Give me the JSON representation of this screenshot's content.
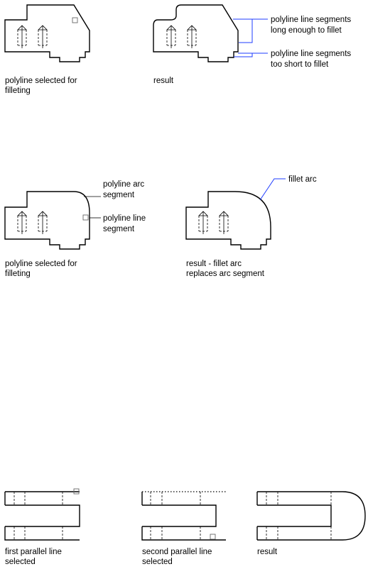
{
  "section1": {
    "caption_left": [
      "polyline selected for",
      "filleting"
    ],
    "caption_right": [
      "result"
    ],
    "callout_long": [
      "polyline line segments",
      "long enough to fillet"
    ],
    "callout_short": [
      "polyline line segments",
      "too short to fillet"
    ]
  },
  "section2": {
    "label_arc": [
      "polyline arc",
      "segment"
    ],
    "label_line": [
      "polyline line",
      "segment"
    ],
    "label_fillet_arc": [
      "fillet arc"
    ],
    "caption_left": [
      "polyline selected for",
      "filleting"
    ],
    "caption_right": [
      "result - fillet arc",
      "replaces arc segment"
    ]
  },
  "section3": {
    "caption_first": [
      "first parallel line",
      "selected"
    ],
    "caption_second": [
      "second parallel line",
      "selected"
    ],
    "caption_result": [
      "result"
    ]
  },
  "colors": {
    "callout": "#1f3cff",
    "outline": "#000000"
  }
}
